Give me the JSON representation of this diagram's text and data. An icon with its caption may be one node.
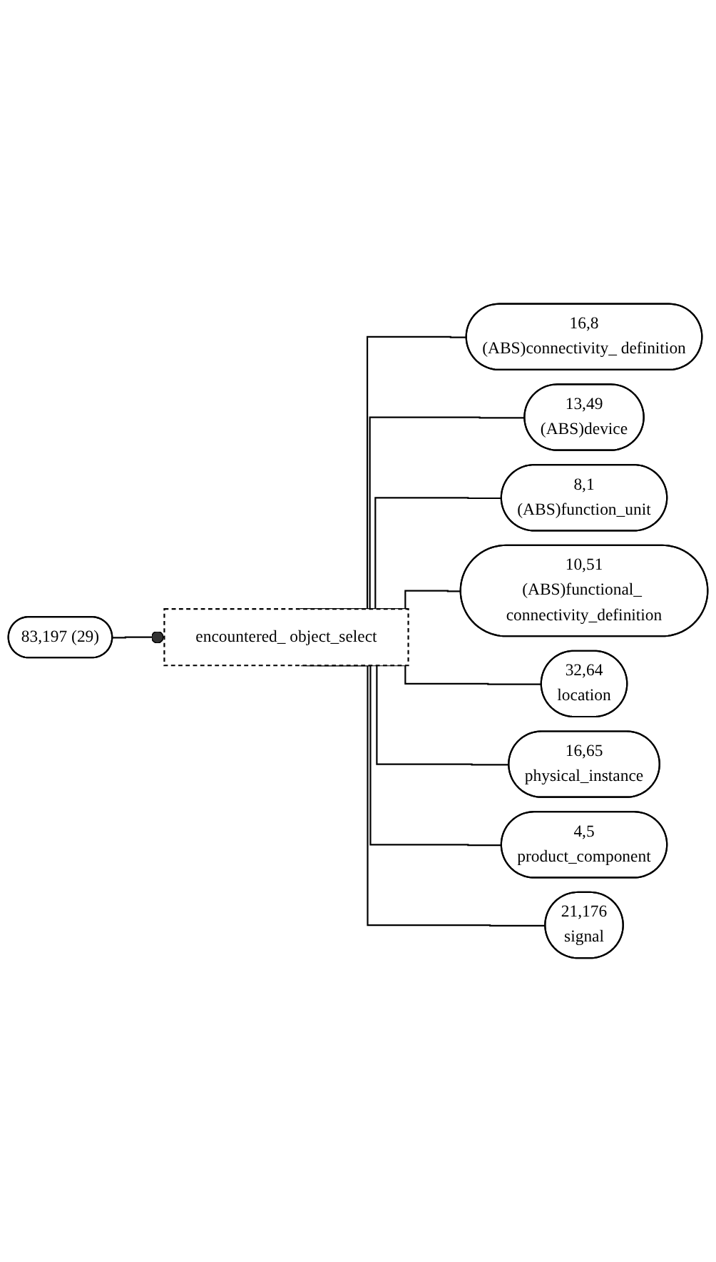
{
  "diagram": {
    "nodes": [
      {
        "text": [
          "encountered_ object_select"
        ]
      },
      {
        "text": [
          "83,197 (29)"
        ]
      },
      {
        "text": [
          "16,8",
          "(ABS)connectivity_ definition"
        ]
      },
      {
        "text": [
          "13,49",
          "(ABS)device"
        ]
      },
      {
        "text": [
          "8,1",
          "(ABS)function_unit"
        ]
      },
      {
        "text": [
          "10,51",
          "(ABS)functional_ connectivity_definition"
        ]
      },
      {
        "text": [
          "32,64",
          "location"
        ]
      },
      {
        "text": [
          "16,65",
          "physical_instance"
        ]
      },
      {
        "text": [
          "4,5",
          "product_component"
        ]
      },
      {
        "text": [
          "21,176",
          "signal"
        ]
      }
    ],
    "edges": [
      {
        "from": 1,
        "to": 0,
        "arrow": "other"
      },
      {
        "from": 0,
        "to": 2,
        "arrow": "none"
      },
      {
        "from": 0,
        "to": 3,
        "arrow": "none"
      },
      {
        "from": 0,
        "to": 4,
        "arrow": "none"
      },
      {
        "from": 0,
        "to": 5,
        "arrow": "none"
      },
      {
        "from": 0,
        "to": 6,
        "arrow": "none"
      },
      {
        "from": 0,
        "to": 7,
        "arrow": "none"
      },
      {
        "from": 0,
        "to": 8,
        "arrow": "none"
      },
      {
        "from": 0,
        "to": 9,
        "arrow": "none"
      }
    ]
  }
}
